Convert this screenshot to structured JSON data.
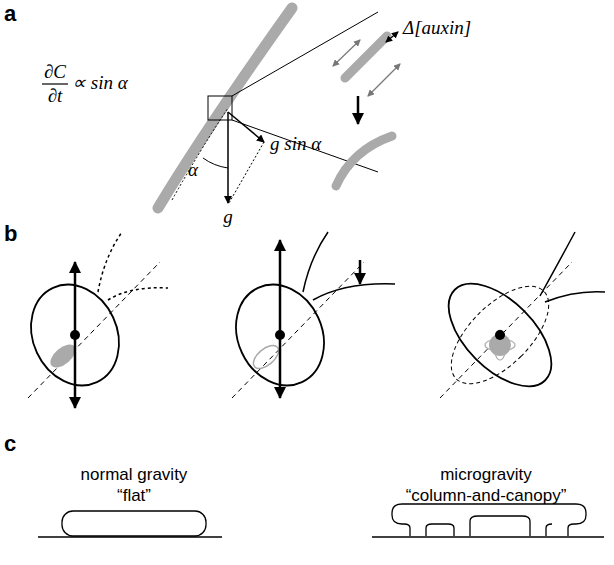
{
  "diagram": {
    "labels": [
      "a",
      "∂C",
      "∂t",
      "∝ sin α",
      "α",
      "g sin α",
      "g",
      "Δ[auxin]",
      "b",
      "c",
      "normal gravity",
      "“flat”",
      "microgravity",
      "“column-and-canopy”"
    ]
  }
}
